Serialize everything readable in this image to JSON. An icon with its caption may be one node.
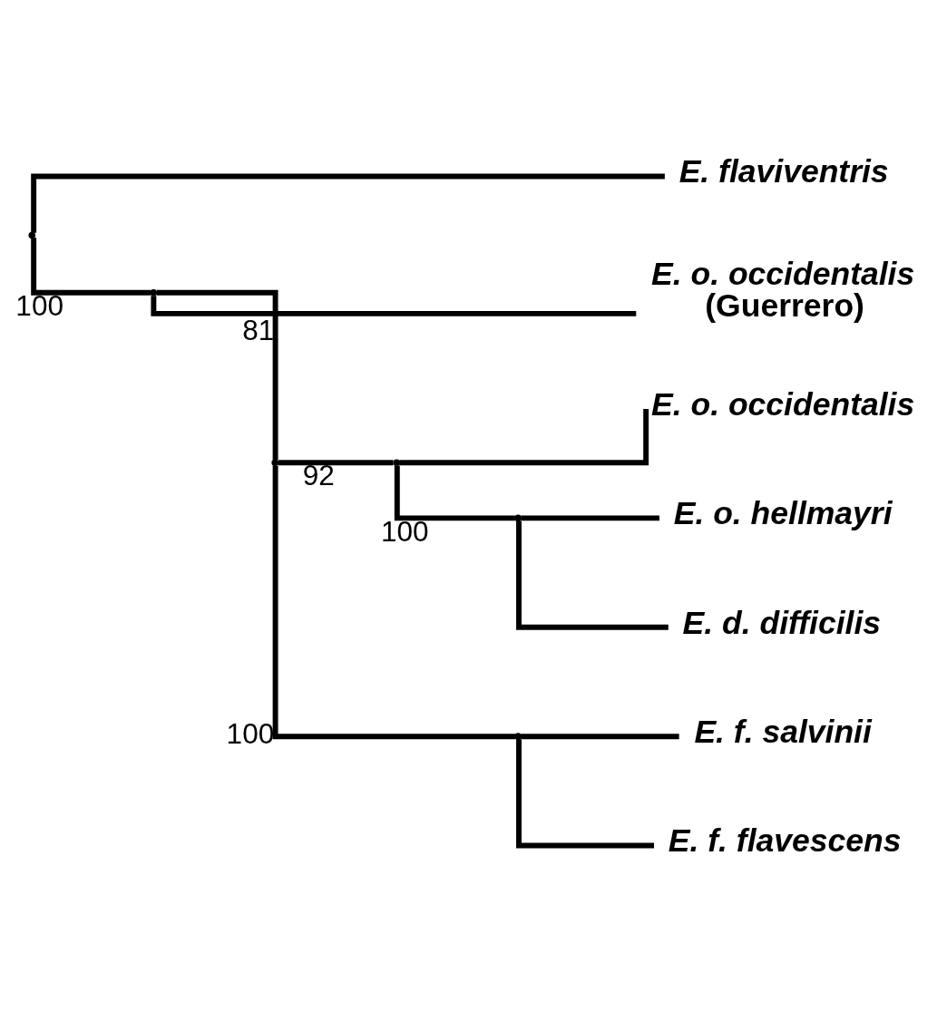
{
  "diagram": {
    "nodes": [
      {
        "text": [
          "E. o. hellmayri"
        ]
      },
      {
        "text": [
          "E. d. difficilis"
        ]
      },
      {
        "text": [
          "E. o. occidentalis"
        ]
      },
      {
        "text": [
          "E. f. salvinii"
        ]
      },
      {
        "text": [
          "E. f. flavescens"
        ]
      },
      {
        "text": [
          "*E. o. occidentalis* (Guerrero)"
        ]
      },
      {
        "text": [
          "E. flaviventris"
        ]
      },
      {
        "text": [],
        "shape": "point"
      },
      {
        "text": [],
        "shape": "point"
      },
      {
        "text": [],
        "shape": "point"
      },
      {
        "text": [],
        "shape": "point"
      },
      {
        "text": [],
        "shape": "point"
      },
      {
        "text": [],
        "shape": "point"
      }
    ],
    "edges": [
      {
        "from": 7,
        "to": 8,
        "arrow": "none",
        "label": "100"
      },
      {
        "from": 8,
        "to": 9,
        "arrow": "none",
        "label": "81"
      },
      {
        "from": 9,
        "to": 10,
        "arrow": "none",
        "label": "92"
      },
      {
        "from": 10,
        "to": 11,
        "arrow": "none",
        "label": "100"
      },
      {
        "from": 11,
        "to": 0,
        "arrow": "none"
      },
      {
        "from": 11,
        "to": 1,
        "arrow": "none"
      },
      {
        "from": 10,
        "to": 2,
        "arrow": "none"
      },
      {
        "from": 9,
        "to": 12,
        "arrow": "none",
        "label": "100"
      },
      {
        "from": 12,
        "to": 3,
        "arrow": "none"
      },
      {
        "from": 12,
        "to": 4,
        "arrow": "none"
      },
      {
        "from": 8,
        "to": 5,
        "arrow": "none"
      },
      {
        "from": 7,
        "to": 6,
        "arrow": "none"
      }
    ]
  }
}
